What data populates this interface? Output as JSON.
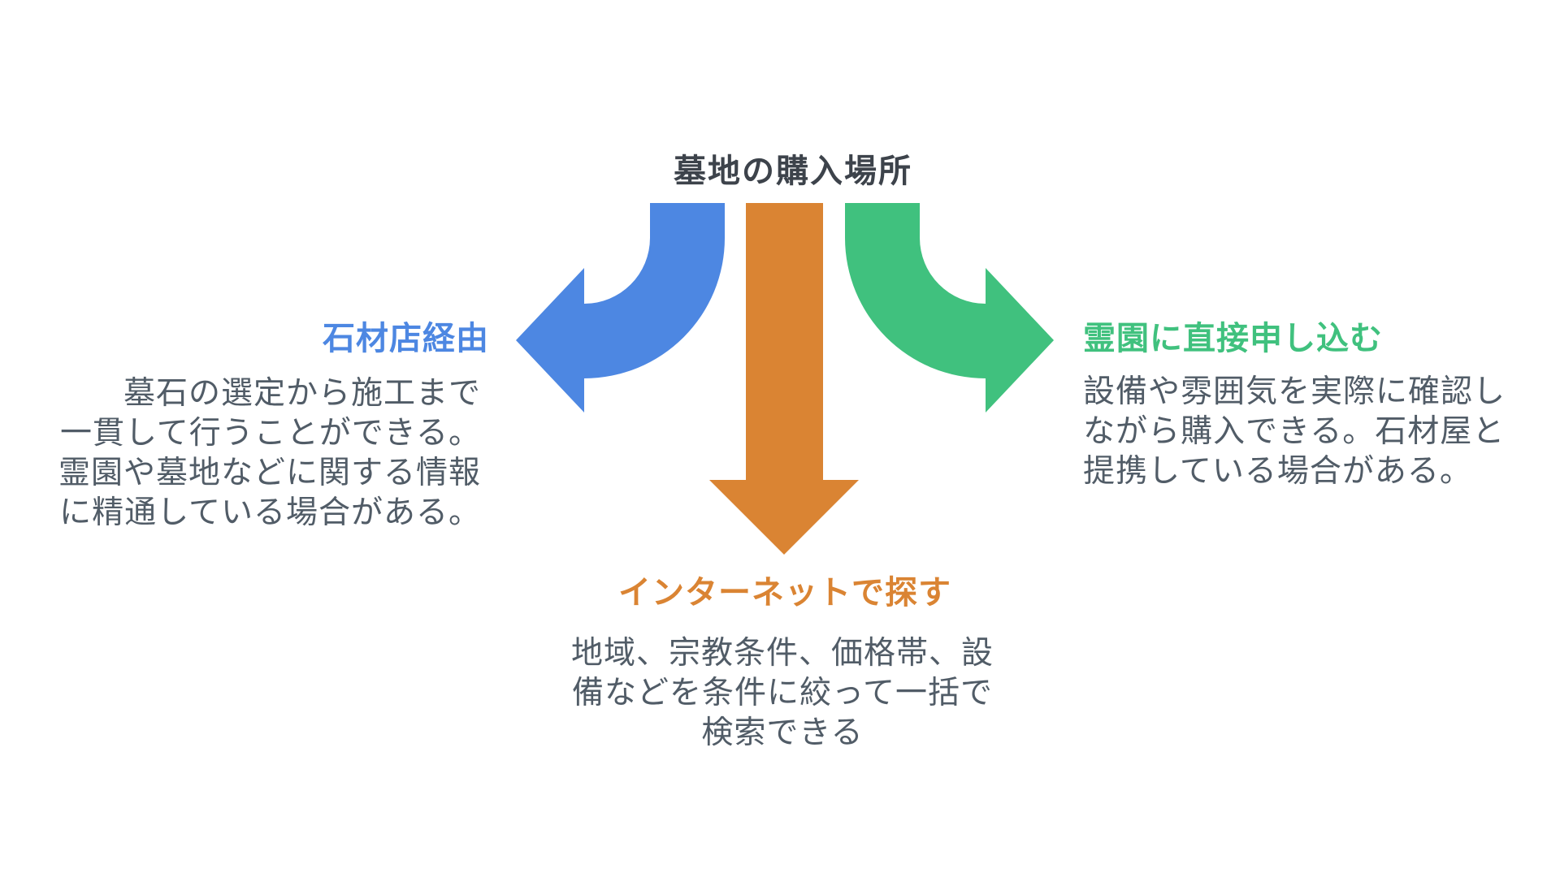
{
  "title": "墓地の購入場所",
  "colors": {
    "background": "#ffffff",
    "title_text": "#3d434b",
    "body_text": "#515c67",
    "blue": "#4d87e2",
    "orange": "#da8433",
    "green": "#40c17e"
  },
  "branches": [
    {
      "id": "stone-shop",
      "label": "石材店経由",
      "color": "#4d87e2",
      "description": "墓石の選定から施工まで\n一貫して行うことができる。\n霊園や墓地などに関する情報\nに精通している場合がある。"
    },
    {
      "id": "internet",
      "label": "インターネットで探す",
      "color": "#da8433",
      "description": "地域、宗教条件、価格帯、設\n備などを条件に絞って一括で\n検索できる"
    },
    {
      "id": "cemetery-direct",
      "label": "霊園に直接申し込む",
      "color": "#40c17e",
      "description": "設備や雰囲気を実際に確認し\nながら購入できる。石材屋と\n提携している場合がある。"
    }
  ]
}
